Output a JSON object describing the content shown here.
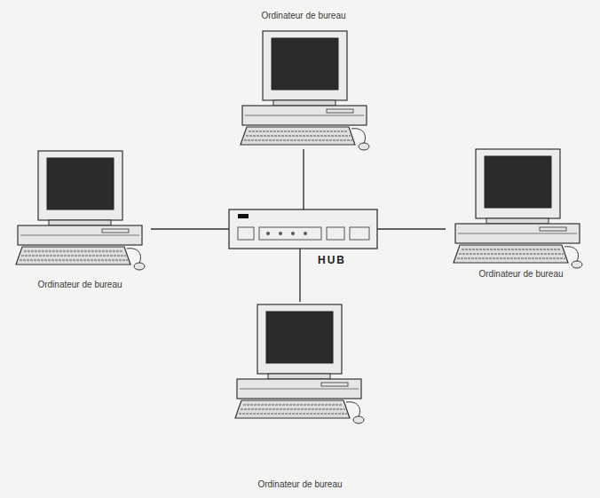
{
  "diagram": {
    "nodes": [
      {
        "text": [
          "Ordinateur de bureau"
        ]
      },
      {
        "text": [
          "Ordinateur de bureau"
        ]
      },
      {
        "text": [
          "HUB"
        ]
      },
      {
        "text": [
          "Ordinateur de bureau"
        ]
      },
      {
        "text": [
          "Ordinateur de bureau"
        ]
      }
    ],
    "edges": [
      {
        "from": 0,
        "to": 2,
        "arrow": "none"
      },
      {
        "from": 1,
        "to": 2,
        "arrow": "none"
      },
      {
        "from": 2,
        "to": 3,
        "arrow": "none"
      },
      {
        "from": 2,
        "to": 4,
        "arrow": "none"
      }
    ]
  }
}
